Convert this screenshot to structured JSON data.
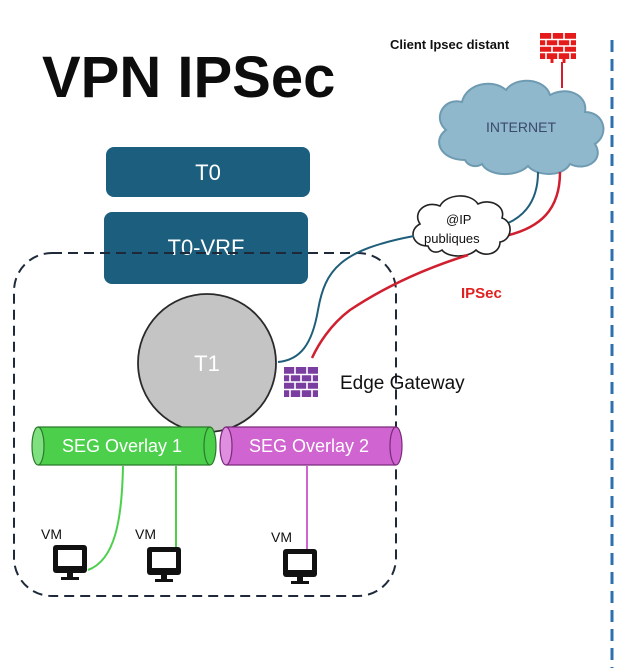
{
  "title": "VPN IPSec",
  "client_label": "Client Ipsec distant",
  "internet_label": "INTERNET",
  "public_ip_label": [
    "@IP",
    "publiques"
  ],
  "ipsec_label": "IPSec",
  "t0_label": "T0",
  "t0_vrf_label": "T0-VRF",
  "t1_label": "T1",
  "edge_gateway_label": "Edge Gateway",
  "segments": [
    {
      "label": "SEG Overlay 1",
      "color": "#4cd04c"
    },
    {
      "label": "SEG Overlay 2",
      "color": "#d064d0"
    }
  ],
  "vms": [
    {
      "label": "VM"
    },
    {
      "label": "VM"
    },
    {
      "label": "VM"
    }
  ],
  "colors": {
    "tier0": "#1b5e7e",
    "t1": "#c4c4c4",
    "firewall_red": "#e51b1b",
    "firewall_purple": "#7a3ea0",
    "cloud": "#8fb8cc",
    "ipsec_line": "#d02030",
    "link_line": "#1f5e7a",
    "divider": "#2e6fb0"
  }
}
